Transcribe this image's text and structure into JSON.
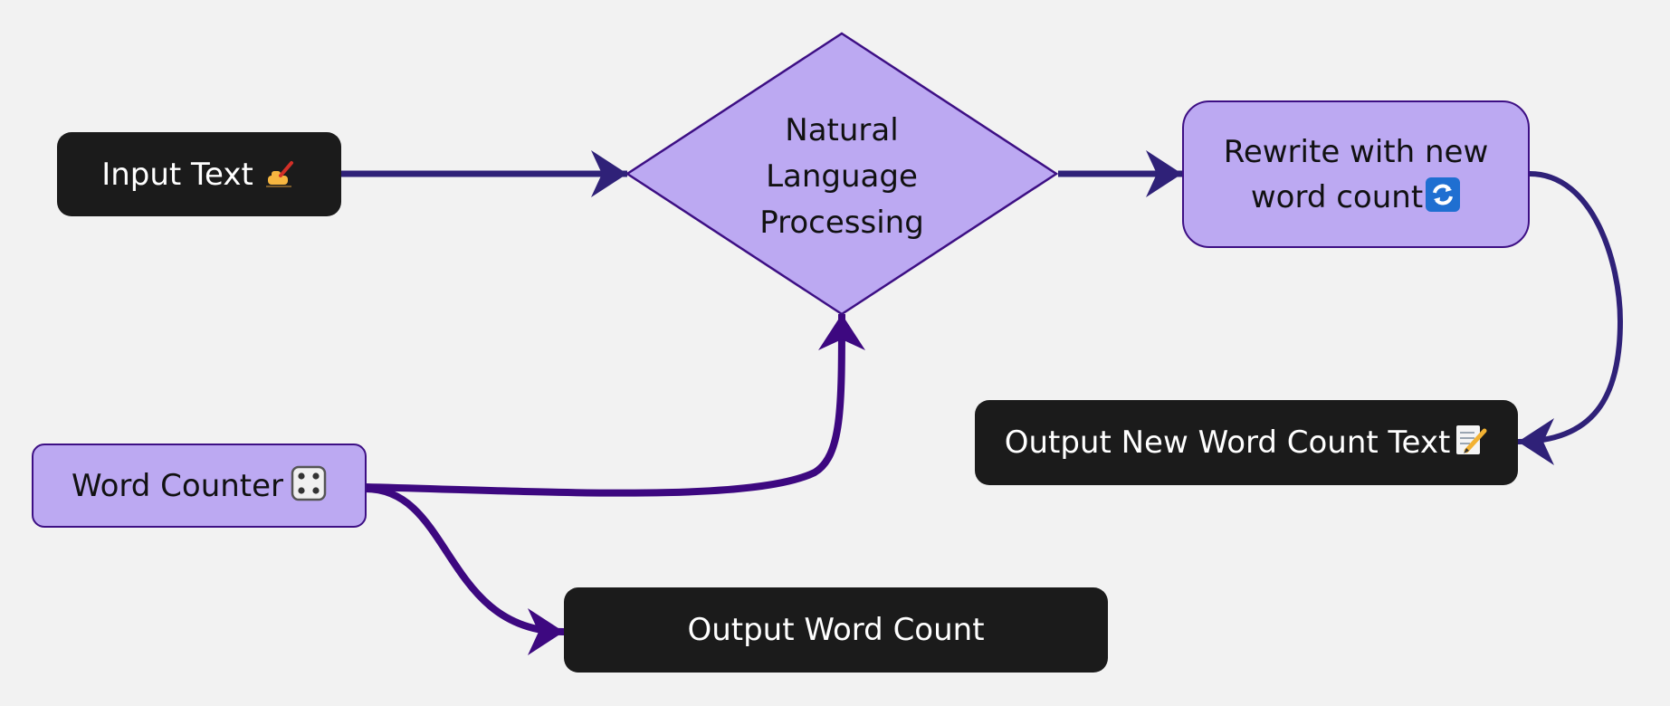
{
  "colors": {
    "background": "#f2f2f2",
    "dark_node": "#1b1b1b",
    "light_node": "#bca9f2",
    "node_border": "#3d0f84",
    "edge_navy": "#2f2178",
    "edge_purple": "#3d0880"
  },
  "nodes": {
    "input_text": {
      "label": "Input Text",
      "icon": "writing-hand-icon"
    },
    "nlp": {
      "line1": "Natural",
      "line2": "Language",
      "line3": "Processing"
    },
    "rewrite": {
      "line1": "Rewrite with new",
      "line2": "word count",
      "icon": "refresh-icon"
    },
    "output_new": {
      "label": "Output New Word Count Text",
      "icon": "memo-icon"
    },
    "word_counter": {
      "label": "Word Counter",
      "icon": "die-icon"
    },
    "output_count": {
      "label": "Output Word Count"
    }
  }
}
